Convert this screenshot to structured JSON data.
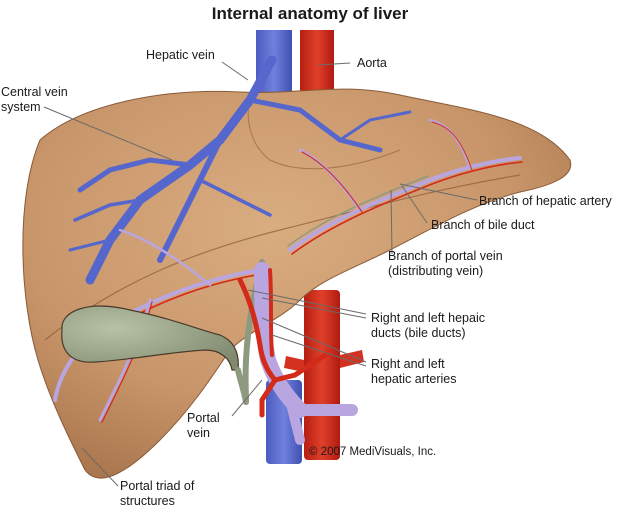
{
  "title": "Internal anatomy of liver",
  "labels": {
    "hepatic_vein": "Hepatic vein",
    "aorta": "Aorta",
    "central_vein_system": "Central vein\nsystem",
    "branch_hepatic_artery": "Branch of hepatic artery",
    "branch_bile_duct": "Branch of bile duct",
    "branch_portal_vein": "Branch of portal vein\n(distributing vein)",
    "hepatic_ducts": "Right and left hepaic\nducts (bile ducts)",
    "hepatic_arteries": "Right and left\nhepatic arteries",
    "portal_vein": "Portal\nvein",
    "portal_triad": "Portal triad of\nstructures"
  },
  "copyright": "© 2007 MediVisuals, Inc.",
  "colors": {
    "liver": "#c8986a",
    "liver_dark": "#a87548",
    "vein_blue": "#5a6fcc",
    "artery_red": "#d42a1a",
    "portal_lavender": "#b9a6e0",
    "bile_green": "#8e9a80",
    "gallbladder": "#9ba58a"
  }
}
